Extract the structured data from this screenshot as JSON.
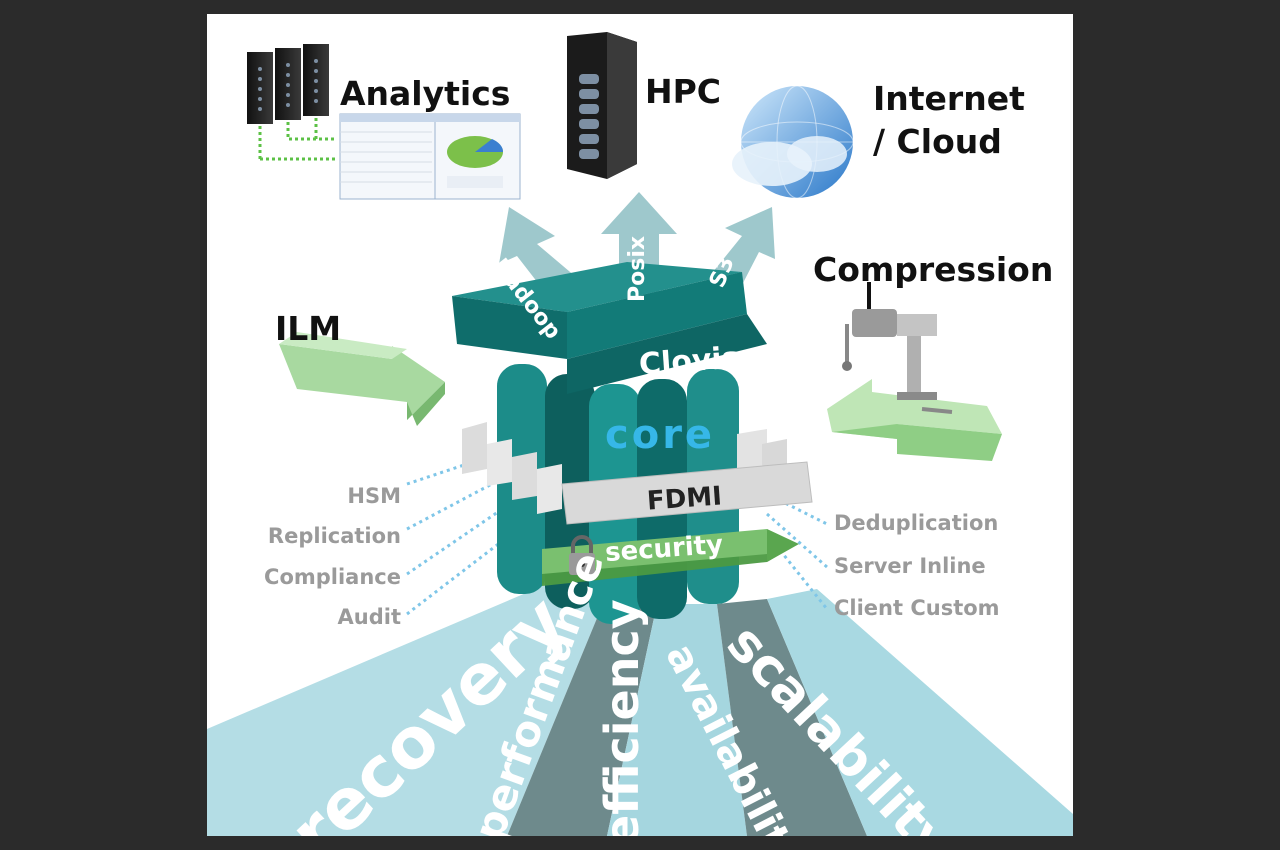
{
  "top_labels": {
    "analytics": "Analytics",
    "hpc": "HPC",
    "internet_cloud_line1": "Internet",
    "internet_cloud_line2": "/ Cloud",
    "compression": "Compression",
    "ilm": "ILM"
  },
  "interfaces": [
    "Hadoop",
    "Posix",
    "S3"
  ],
  "core": {
    "clovis": "Clovis",
    "core": "core",
    "fdmi": "FDMI",
    "security": "security"
  },
  "left_features": [
    "HSM",
    "Replication",
    "Compliance",
    "Audit"
  ],
  "right_features": [
    "Deduplication",
    "Server Inline",
    "Client Custom"
  ],
  "foundations": [
    "recovery",
    "performance",
    "efficiency",
    "availability",
    "scalability"
  ],
  "colors": {
    "teal_dark": "#0e6d6b",
    "teal": "#16827f",
    "teal_light": "#4aa3a0",
    "arrow_blue": "#9cc7cc",
    "arrow_green": "#8ccf8a",
    "ray_light": "#a9d8e0",
    "ray_dark": "#6f8a8c",
    "core_text": "#36b7e8",
    "label_grey": "#9a9a9a"
  },
  "icons": [
    "server-rack-icon",
    "dashboard-screenshot-icon",
    "globe-cloud-icon",
    "vise-icon",
    "padlock-icon"
  ]
}
